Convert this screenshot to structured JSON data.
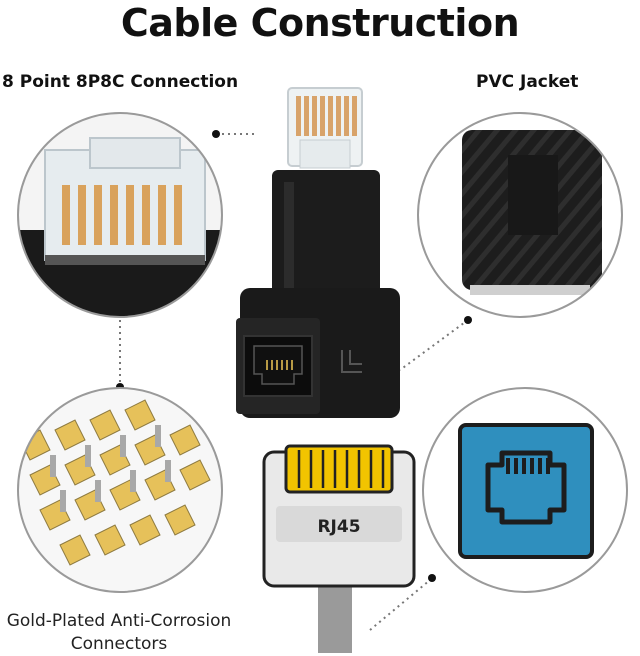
{
  "title": "Cable Construction",
  "labels": {
    "top_left": "8 Point 8P8C Connection",
    "top_right": "PVC Jacket",
    "bottom_left_line1": "Gold-Plated Anti-Corrosion",
    "bottom_left_line2": "Connectors"
  },
  "plug_label": "RJ45",
  "colors": {
    "gold": "#f2c400",
    "port_blue": "#2f8fbe",
    "black": "#1c1c1c"
  }
}
